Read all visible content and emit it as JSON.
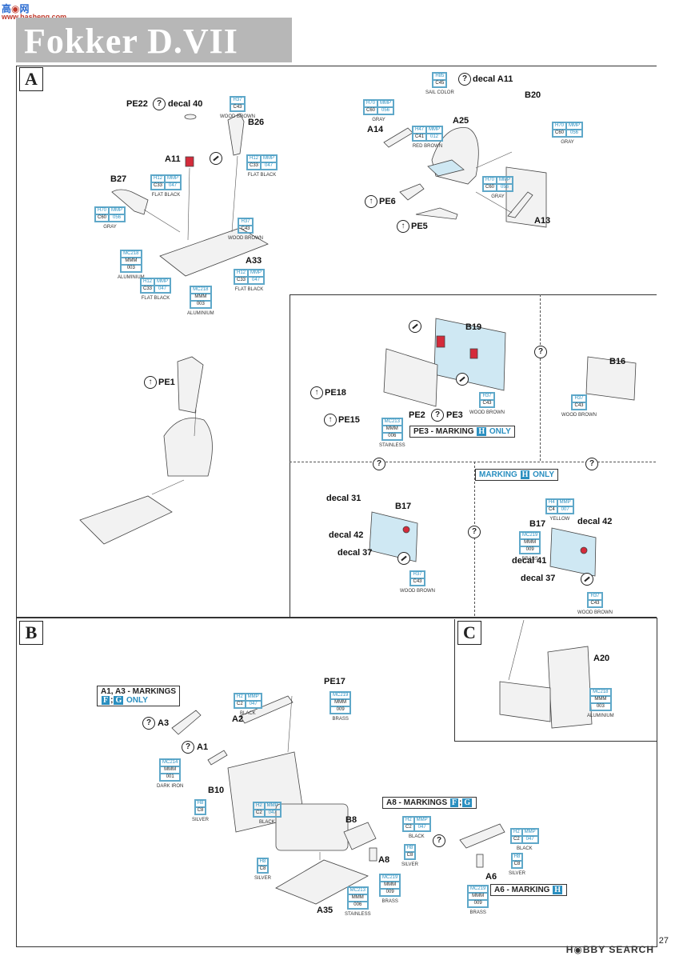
{
  "watermark": {
    "site": "高",
    "site2": "网",
    "sub": "www.hasheng.com"
  },
  "title": "Fokker D.VII",
  "sections": {
    "a": "A",
    "b": "B",
    "c": "C"
  },
  "labels": {
    "pe22": "PE22",
    "decal40": "decal 40",
    "b26": "B26",
    "a11": "A11",
    "b27": "B27",
    "a33": "A33",
    "decal_a11": "decal A11",
    "b20": "B20",
    "a14": "A14",
    "a25": "A25",
    "pe6": "PE6",
    "pe5": "PE5",
    "a13": "A13",
    "pe1": "PE1",
    "b19": "B19",
    "pe18": "PE18",
    "pe15": "PE15",
    "pe2": "PE2",
    "pe3": "PE3",
    "b16": "B16",
    "decal31": "decal 31",
    "b17_a": "B17",
    "decal42_a": "decal 42",
    "decal37_a": "decal 37",
    "b17_b": "B17",
    "decal42_b": "decal 42",
    "decal41": "decal 41",
    "decal37_b": "decal 37",
    "a20": "A20",
    "a1a3": "A1, A3 - MARKINGS",
    "pe17": "PE17",
    "a3": "A3",
    "a2": "A2",
    "a1": "A1",
    "b10": "B10",
    "a8m": "A8 - MARKINGS",
    "b8": "B8",
    "a8": "A8",
    "a6": "A6",
    "a6m": "A6 - MARKING",
    "a35": "A35"
  },
  "markings": {
    "pe3": "PE3 - MARKING",
    "pe3_letter": "H",
    "pe3_only": "ONLY",
    "marking_h": "MARKING",
    "marking_h_letter": "H",
    "marking_h_only": "ONLY",
    "f": "F",
    "g": "G",
    "f_g_only": "ONLY",
    "h": "H"
  },
  "paints": [
    {
      "id": "h37",
      "h": "H37",
      "c": "C43",
      "name": "WOOD BROWN"
    },
    {
      "id": "h12",
      "h": "H12",
      "mmp": "MMP",
      "c": "C33",
      "n": "047",
      "name": "FLAT BLACK"
    },
    {
      "id": "h70",
      "h": "H70",
      "mmp": "MMP",
      "c": "C60",
      "n": "056",
      "name": "GRAY"
    },
    {
      "id": "mc218",
      "h": "MC218",
      "mmp": "MMM",
      "n": "003",
      "name": "ALUMINIUM"
    },
    {
      "id": "h85",
      "h": "H85",
      "c": "C45",
      "name": "SAIL COLOR"
    },
    {
      "id": "h47",
      "h": "H47",
      "mmp": "MMP",
      "c": "C41",
      "n": "012",
      "name": "RED BROWN"
    },
    {
      "id": "mc213",
      "h": "MC213",
      "mmp": "MMM",
      "n": "006",
      "name": "STAINLESS"
    },
    {
      "id": "h4",
      "h": "H4",
      "mmp": "MMP",
      "c": "C4",
      "n": "007",
      "name": "YELLOW"
    },
    {
      "id": "mc219",
      "h": "MC219",
      "mmp": "MMM",
      "n": "009",
      "name": "BRASS"
    },
    {
      "id": "h2",
      "h": "H2",
      "mmp": "MMP",
      "c": "C2",
      "n": "047",
      "name": "BLACK"
    },
    {
      "id": "mc214",
      "h": "MC214",
      "mmp": "MMM",
      "n": "001",
      "name": "DARK IRON"
    },
    {
      "id": "h8",
      "h": "H8",
      "c": "C8",
      "name": "SILVER"
    }
  ],
  "footer": "H◉BBY SEARCH",
  "page_number": "27",
  "colors": {
    "accent": "#2a8fc0",
    "red": "#d42b3a",
    "panel": "#cfe8f3",
    "title_box": "#b7b7b7"
  }
}
